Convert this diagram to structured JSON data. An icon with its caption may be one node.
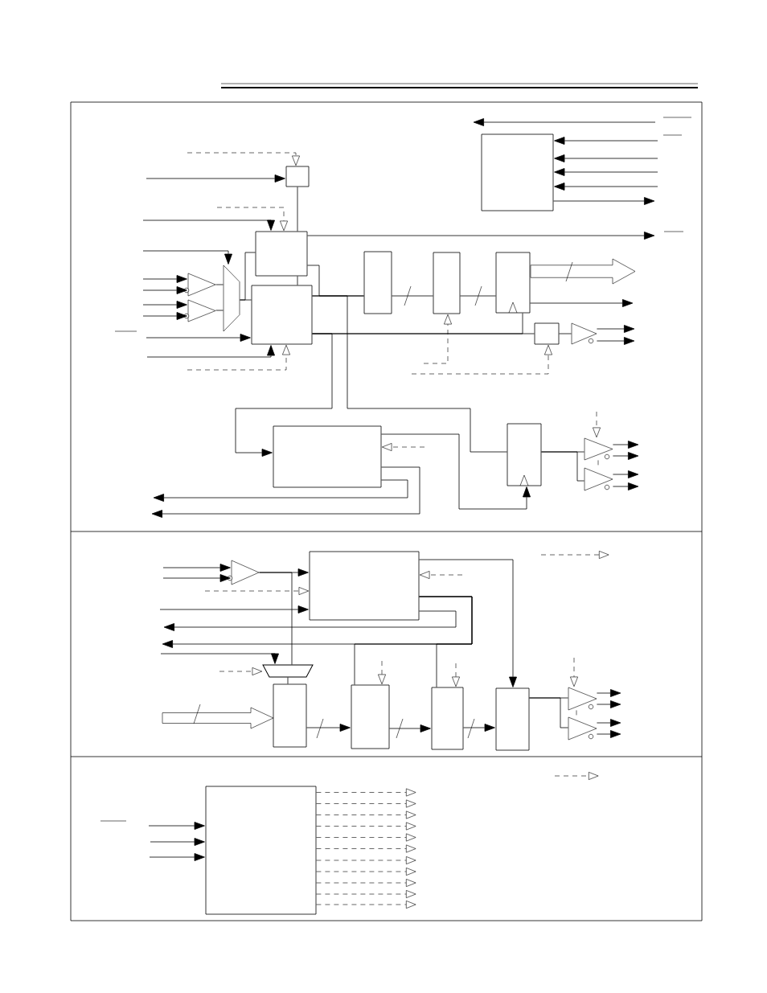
{
  "diagram": {
    "nodes": [
      {
        "text": [],
        "shape": "box"
      },
      {
        "text": [],
        "shape": "box"
      },
      {
        "text": [],
        "shape": "box"
      },
      {
        "text": [],
        "shape": "trapezoid"
      },
      {
        "text": [],
        "shape": "triangle"
      },
      {
        "text": [],
        "shape": "triangle"
      },
      {
        "text": [],
        "shape": "box"
      },
      {
        "text": [],
        "shape": "box"
      },
      {
        "text": [],
        "shape": "box"
      },
      {
        "text": [],
        "shape": "box"
      },
      {
        "text": [],
        "shape": "triangle"
      },
      {
        "text": [],
        "shape": "box"
      },
      {
        "text": [],
        "shape": "box"
      },
      {
        "text": [],
        "shape": "box"
      },
      {
        "text": [],
        "shape": "triangle"
      },
      {
        "text": [],
        "shape": "triangle"
      },
      {
        "text": [],
        "shape": "arrow"
      },
      {
        "text": [],
        "shape": "triangle"
      },
      {
        "text": [],
        "shape": "box"
      },
      {
        "text": [],
        "shape": "trapezoid"
      },
      {
        "text": [],
        "shape": "box"
      },
      {
        "text": [],
        "shape": "box"
      },
      {
        "text": [],
        "shape": "box"
      },
      {
        "text": [],
        "shape": "box"
      },
      {
        "text": [],
        "shape": "triangle"
      },
      {
        "text": [],
        "shape": "triangle"
      },
      {
        "text": [],
        "shape": "arrow"
      },
      {
        "text": [],
        "shape": "box"
      }
    ],
    "edges": [
      {
        "from": null,
        "to": 0,
        "arrow": "to",
        "style": "dashed"
      },
      {
        "from": null,
        "to": 0,
        "arrow": "to"
      },
      {
        "from": 0,
        "to": 1,
        "arrow": "none"
      },
      {
        "from": null,
        "to": 1,
        "arrow": "to",
        "style": "dashed"
      },
      {
        "from": null,
        "to": 1,
        "arrow": "to"
      },
      {
        "from": null,
        "to": 3,
        "arrow": "to"
      },
      {
        "from": null,
        "to": 4,
        "arrow": "to"
      },
      {
        "from": null,
        "to": 4,
        "arrow": "to"
      },
      {
        "from": null,
        "to": 5,
        "arrow": "to"
      },
      {
        "from": null,
        "to": 5,
        "arrow": "to"
      },
      {
        "from": 4,
        "to": 3,
        "arrow": "none"
      },
      {
        "from": 5,
        "to": 3,
        "arrow": "none"
      },
      {
        "from": 3,
        "to": 2,
        "arrow": "none"
      },
      {
        "from": 3,
        "to": 1,
        "arrow": "none"
      },
      {
        "from": null,
        "to": 2,
        "arrow": "to"
      },
      {
        "from": null,
        "to": 2,
        "arrow": "to"
      },
      {
        "from": null,
        "to": 2,
        "arrow": "to",
        "style": "dashed"
      },
      {
        "from": 1,
        "to": 2,
        "arrow": "none"
      },
      {
        "from": 1,
        "to": null,
        "arrow": "to"
      },
      {
        "from": 1,
        "to": 6,
        "arrow": "none"
      },
      {
        "from": 2,
        "to": 6,
        "arrow": "none"
      },
      {
        "from": 6,
        "to": 7,
        "arrow": "none"
      },
      {
        "from": 7,
        "to": 8,
        "arrow": "none"
      },
      {
        "from": 2,
        "to": 8,
        "arrow": "none"
      },
      {
        "from": 2,
        "to": 9,
        "arrow": "none"
      },
      {
        "from": 8,
        "to": null,
        "arrow": "to"
      },
      {
        "from": null,
        "to": 7,
        "arrow": "to",
        "style": "dashed"
      },
      {
        "from": null,
        "to": 9,
        "arrow": "to",
        "style": "dashed"
      },
      {
        "from": 9,
        "to": 10,
        "arrow": "none"
      },
      {
        "from": 10,
        "to": null,
        "arrow": "to"
      },
      {
        "from": 10,
        "to": null,
        "arrow": "to"
      },
      {
        "from": null,
        "to": 11,
        "arrow": "to"
      },
      {
        "from": null,
        "to": 11,
        "arrow": "to"
      },
      {
        "from": null,
        "to": 11,
        "arrow": "to"
      },
      {
        "from": null,
        "to": 11,
        "arrow": "to"
      },
      {
        "from": 11,
        "to": null,
        "arrow": "to"
      },
      {
        "from": 2,
        "to": 12,
        "arrow": "to"
      },
      {
        "from": 2,
        "to": 13,
        "arrow": "none"
      },
      {
        "from": null,
        "to": 12,
        "arrow": "to",
        "style": "dashed"
      },
      {
        "from": 12,
        "to": 13,
        "arrow": "to"
      },
      {
        "from": 12,
        "to": null,
        "arrow": "to"
      },
      {
        "from": 12,
        "to": null,
        "arrow": "to"
      },
      {
        "from": 13,
        "to": 14,
        "arrow": "none"
      },
      {
        "from": 13,
        "to": 15,
        "arrow": "none"
      },
      {
        "from": null,
        "to": 14,
        "arrow": "to",
        "style": "dashed"
      },
      {
        "from": 14,
        "to": null,
        "arrow": "to"
      },
      {
        "from": 14,
        "to": null,
        "arrow": "to"
      },
      {
        "from": 15,
        "to": null,
        "arrow": "to"
      },
      {
        "from": 15,
        "to": null,
        "arrow": "to"
      },
      {
        "from": null,
        "to": 17,
        "arrow": "to"
      },
      {
        "from": null,
        "to": 17,
        "arrow": "to"
      },
      {
        "from": 17,
        "to": 18,
        "arrow": "to"
      },
      {
        "from": null,
        "to": 18,
        "arrow": "to",
        "style": "dashed"
      },
      {
        "from": null,
        "to": 18,
        "arrow": "to"
      },
      {
        "from": 18,
        "to": null,
        "arrow": "to"
      },
      {
        "from": 18,
        "to": null,
        "arrow": "to"
      },
      {
        "from": 18,
        "to": 21,
        "arrow": "none"
      },
      {
        "from": 18,
        "to": 22,
        "arrow": "none"
      },
      {
        "from": null,
        "to": 19,
        "arrow": "to"
      },
      {
        "from": 17,
        "to": 19,
        "arrow": "none"
      },
      {
        "from": null,
        "to": 19,
        "arrow": "to",
        "style": "dashed"
      },
      {
        "from": 19,
        "to": 20,
        "arrow": "none"
      },
      {
        "from": 20,
        "to": 21,
        "arrow": "to"
      },
      {
        "from": 21,
        "to": 22,
        "arrow": "to"
      },
      {
        "from": 22,
        "to": 23,
        "arrow": "to"
      },
      {
        "from": null,
        "to": 21,
        "arrow": "to",
        "style": "dashed"
      },
      {
        "from": null,
        "to": 22,
        "arrow": "to",
        "style": "dashed"
      },
      {
        "from": 18,
        "to": 23,
        "arrow": "to"
      },
      {
        "from": null,
        "to": 18,
        "arrow": "to",
        "style": "dashed"
      },
      {
        "from": 23,
        "to": 24,
        "arrow": "none"
      },
      {
        "from": 23,
        "to": 25,
        "arrow": "none"
      },
      {
        "from": null,
        "to": 24,
        "arrow": "to",
        "style": "dashed"
      },
      {
        "from": 24,
        "to": null,
        "arrow": "to"
      },
      {
        "from": 24,
        "to": null,
        "arrow": "to"
      },
      {
        "from": 25,
        "to": null,
        "arrow": "to"
      },
      {
        "from": 25,
        "to": null,
        "arrow": "to"
      },
      {
        "from": 14,
        "to": 15,
        "arrow": "none",
        "style": "dashed"
      },
      {
        "from": 24,
        "to": 25,
        "arrow": "none",
        "style": "dashed"
      },
      {
        "from": null,
        "to": 27,
        "arrow": "to"
      },
      {
        "from": null,
        "to": 27,
        "arrow": "to"
      },
      {
        "from": null,
        "to": 27,
        "arrow": "to"
      },
      {
        "from": 27,
        "to": null,
        "arrow": "to",
        "style": "dashed"
      },
      {
        "from": 27,
        "to": null,
        "arrow": "to",
        "style": "dashed"
      },
      {
        "from": 27,
        "to": null,
        "arrow": "to",
        "style": "dashed"
      },
      {
        "from": 27,
        "to": null,
        "arrow": "to",
        "style": "dashed"
      },
      {
        "from": 27,
        "to": null,
        "arrow": "to",
        "style": "dashed"
      },
      {
        "from": 27,
        "to": null,
        "arrow": "to",
        "style": "dashed"
      },
      {
        "from": 27,
        "to": null,
        "arrow": "to",
        "style": "dashed"
      },
      {
        "from": 27,
        "to": null,
        "arrow": "to",
        "style": "dashed"
      },
      {
        "from": 27,
        "to": null,
        "arrow": "to",
        "style": "dashed"
      },
      {
        "from": 27,
        "to": null,
        "arrow": "to",
        "style": "dashed"
      },
      {
        "from": 27,
        "to": null,
        "arrow": "to",
        "style": "dashed"
      }
    ]
  }
}
